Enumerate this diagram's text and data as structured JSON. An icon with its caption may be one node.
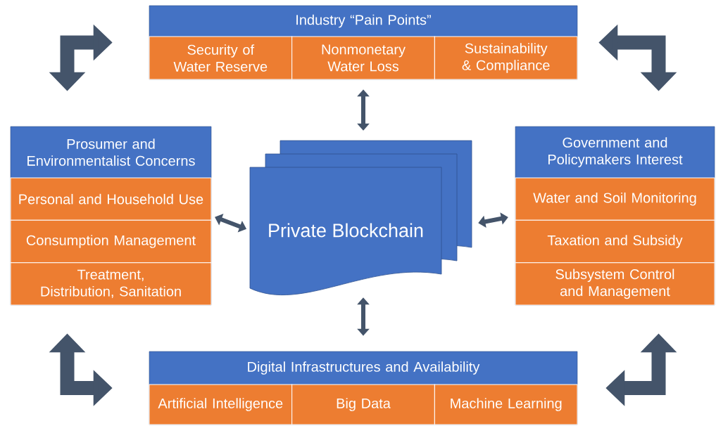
{
  "diagram": {
    "nodes": [
      {
        "text": [
          "Industry “Pain Points”"
        ]
      },
      {
        "text": [
          "Security of Water Reserve"
        ],
        "in": 0
      },
      {
        "text": [
          "Nonmonetary Water Loss"
        ],
        "in": 0
      },
      {
        "text": [
          "Sustainability & Compliance"
        ],
        "in": 0
      },
      {
        "text": [
          "Prosumer and Environmentalist Concerns"
        ]
      },
      {
        "text": [
          "Personal and Household Use"
        ],
        "in": 4
      },
      {
        "text": [
          "Consumption Management"
        ],
        "in": 4
      },
      {
        "text": [
          "Treatment, Distribution, Sanitation"
        ],
        "in": 4
      },
      {
        "text": [
          "Private Blockchain"
        ]
      },
      {
        "text": [
          "Government and Policymakers Interest"
        ]
      },
      {
        "text": [
          "Water and Soil Monitoring"
        ],
        "in": 9
      },
      {
        "text": [
          "Taxation and Subsidy"
        ],
        "in": 9
      },
      {
        "text": [
          "Subsystem Control and Management"
        ],
        "in": 9
      },
      {
        "text": [
          "Digital Infrastructures and Availability"
        ]
      },
      {
        "text": [
          "Artificial Intelligence"
        ],
        "in": 13
      },
      {
        "text": [
          "Big Data"
        ],
        "in": 13
      },
      {
        "text": [
          "Machine Learning"
        ],
        "in": 13
      }
    ],
    "edges": [
      {
        "from": 0,
        "to": 8,
        "arrow": "both"
      },
      {
        "from": 4,
        "to": 8,
        "arrow": "both"
      },
      {
        "from": 8,
        "to": 9,
        "arrow": "both"
      },
      {
        "from": 8,
        "to": 13,
        "arrow": "both"
      },
      {
        "from": 0,
        "to": 4,
        "arrow": "both",
        "style": "thick"
      },
      {
        "from": 0,
        "to": 9,
        "arrow": "both",
        "style": "thick"
      },
      {
        "from": 4,
        "to": 13,
        "arrow": "both",
        "style": "thick"
      },
      {
        "from": 9,
        "to": 13,
        "arrow": "both",
        "style": "thick"
      }
    ]
  }
}
